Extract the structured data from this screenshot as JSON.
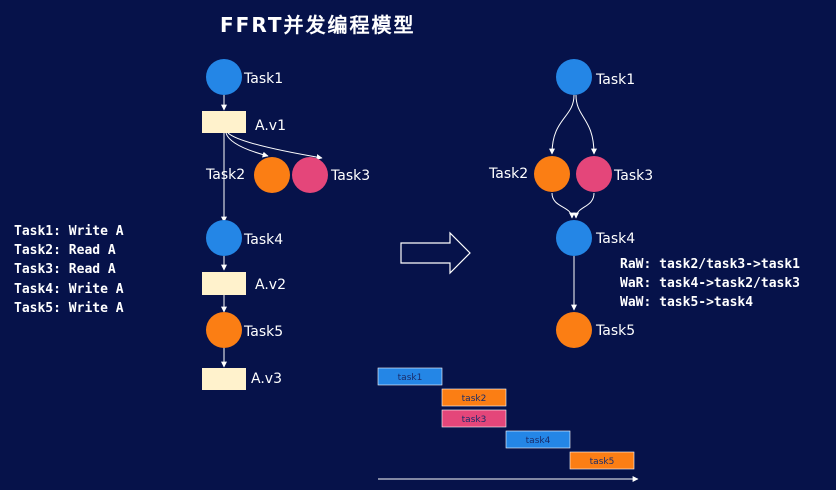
{
  "title": "FFRT并发编程模型",
  "colors": {
    "background": "#06124a",
    "blue": "#2486e6",
    "orange": "#fb7e14",
    "pink": "#e4467a",
    "version_box": "#fff2cc",
    "line": "#ffffff"
  },
  "left_graph": {
    "nodes": [
      {
        "id": "task1",
        "label": "Task1",
        "color": "blue"
      },
      {
        "id": "task2",
        "label": "Task2",
        "color": "orange"
      },
      {
        "id": "task3",
        "label": "Task3",
        "color": "pink"
      },
      {
        "id": "task4",
        "label": "Task4",
        "color": "blue"
      },
      {
        "id": "task5",
        "label": "Task5",
        "color": "orange"
      }
    ],
    "versions": [
      {
        "id": "v1",
        "label": "A.v1"
      },
      {
        "id": "v2",
        "label": "A.v2"
      },
      {
        "id": "v3",
        "label": "A.v3"
      }
    ]
  },
  "access_list": [
    "Task1: Write A",
    "Task2: Read A",
    "Task3: Read A",
    "Task4: Write A",
    "Task5: Write A"
  ],
  "right_graph": {
    "nodes": [
      {
        "id": "task1",
        "label": "Task1",
        "color": "blue"
      },
      {
        "id": "task2",
        "label": "Task2",
        "color": "orange"
      },
      {
        "id": "task3",
        "label": "Task3",
        "color": "pink"
      },
      {
        "id": "task4",
        "label": "Task4",
        "color": "blue"
      },
      {
        "id": "task5",
        "label": "Task5",
        "color": "orange"
      }
    ],
    "dependencies": [
      "RaW: task2/task3->task1",
      "WaR: task4->task2/task3",
      "WaW: task5->task4"
    ]
  },
  "gantt": {
    "bars": [
      {
        "label": "task1",
        "color": "blue",
        "slot": 0
      },
      {
        "label": "task2",
        "color": "orange",
        "slot": 1
      },
      {
        "label": "task3",
        "color": "pink",
        "slot": 1
      },
      {
        "label": "task4",
        "color": "blue",
        "slot": 2
      },
      {
        "label": "task5",
        "color": "orange",
        "slot": 3
      }
    ]
  }
}
